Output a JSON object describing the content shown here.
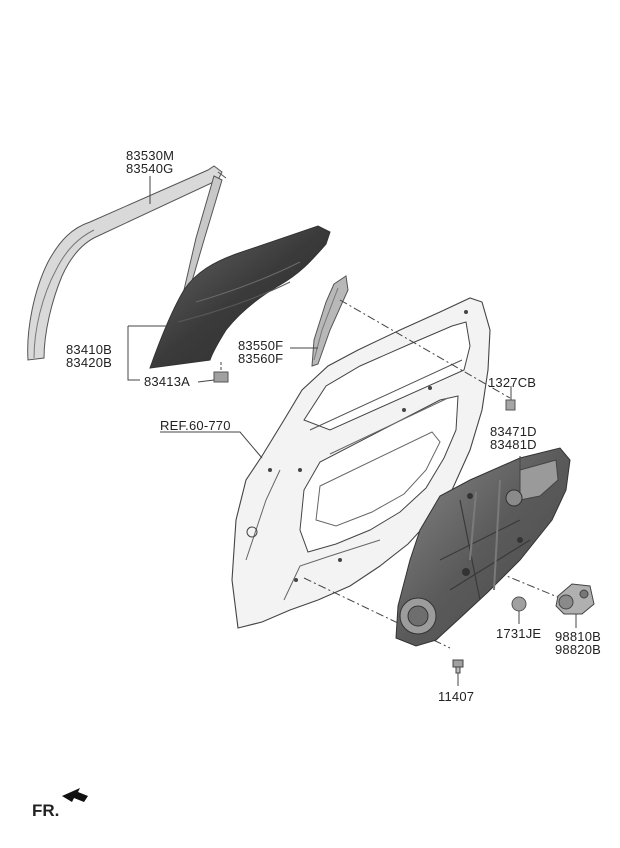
{
  "labels": {
    "trim_top": "83530M",
    "trim_bottom": "83540G",
    "glass_top": "83410B",
    "glass_bottom": "83420B",
    "glass_holder": "83413A",
    "channel_top": "83550F",
    "channel_bottom": "83560F",
    "ref": "REF.60-770",
    "grommet": "1327CB",
    "module_top": "83471D",
    "module_bottom": "83481D",
    "plug": "1731JE",
    "motor_top": "98810B",
    "motor_bottom": "98820B",
    "bolt": "11407",
    "front": "FR."
  },
  "colors": {
    "line": "#444444",
    "glass_dark": "#3a3a3a",
    "glass_mid": "#555555",
    "part_gray": "#9a9a9a",
    "module_body": "#5a5a5a"
  }
}
